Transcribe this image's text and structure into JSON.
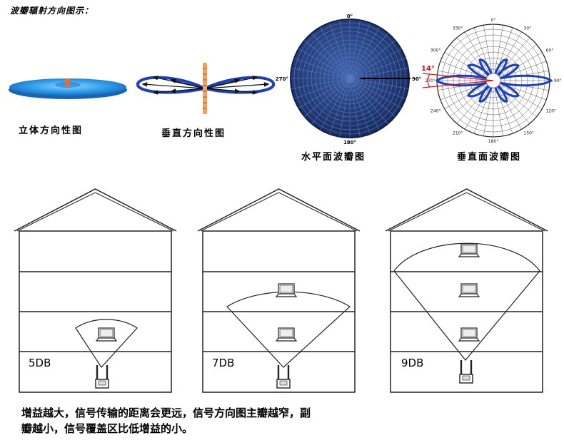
{
  "title": "波瓣辐射方向图示：",
  "top_panels": {
    "stereo_caption": "立体方向性图",
    "vertical_caption": "垂直方向性图",
    "horizontal_plane_caption": "水平面波瓣图",
    "vertical_plane_caption": "垂直面波瓣图"
  },
  "horizontal_polar": {
    "angle_labels": [
      "0°",
      "90°",
      "180°",
      "270°"
    ]
  },
  "vertical_polar": {
    "angle_labels": [
      "0°",
      "30°",
      "60°",
      "90°",
      "120°",
      "150°",
      "180°",
      "210°",
      "240°",
      "270°",
      "300°",
      "330°"
    ],
    "beam_angle": "14°"
  },
  "houses": [
    {
      "gain": "5DB"
    },
    {
      "gain": "7DB"
    },
    {
      "gain": "9DB"
    }
  ],
  "description": {
    "line1": "增益越大，信号传输的距离会更远，信号方向图主瓣越窄，副",
    "line2": "瓣越小，信号覆盖区比低增益的小。"
  },
  "colors": {
    "disc_blue": "#2e9ee8",
    "lobe_blue": "#1b3fbf",
    "polar_fill": "#1c3570",
    "antenna_orange": "#e0702a",
    "beam_red": "#e01010"
  }
}
